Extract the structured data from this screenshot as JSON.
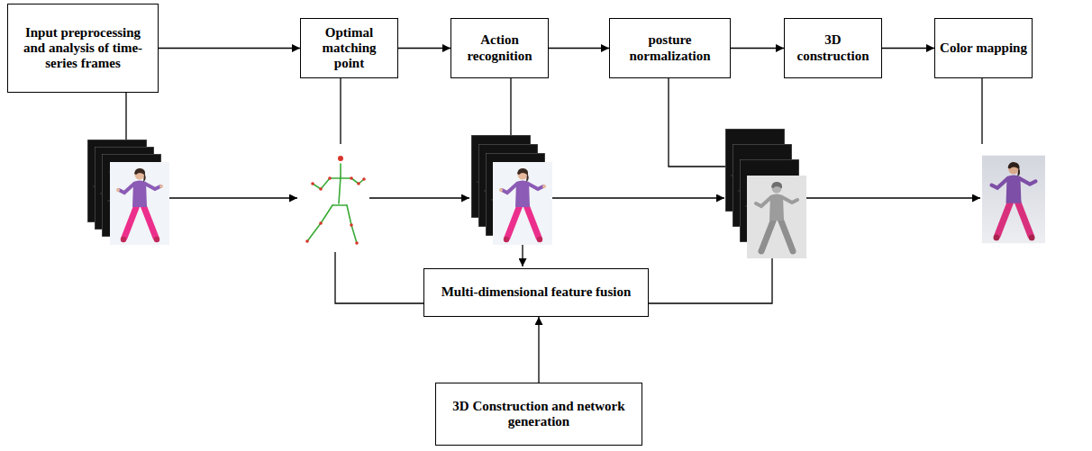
{
  "diagram": {
    "nodes": [
      {
        "text": [
          "Input preprocessing and analysis of time-series frames"
        ]
      },
      {
        "text": [
          "Optimal matching point"
        ]
      },
      {
        "text": [
          "Action recognition"
        ]
      },
      {
        "text": [
          "posture normalization"
        ]
      },
      {
        "text": [
          "3D construction"
        ]
      },
      {
        "text": [
          "Color mapping"
        ]
      },
      {
        "text": [
          "Multi-dimensional feature fusion"
        ]
      },
      {
        "text": [
          "3D Construction and network generation"
        ]
      }
    ],
    "edges": [
      {
        "from": 0,
        "to": 1,
        "arrow": "to"
      },
      {
        "from": 1,
        "to": 2,
        "arrow": "to"
      },
      {
        "from": 2,
        "to": 3,
        "arrow": "to"
      },
      {
        "from": 3,
        "to": 4,
        "arrow": "to"
      },
      {
        "from": 4,
        "to": 5,
        "arrow": "to"
      },
      {
        "from": 7,
        "to": 6,
        "arrow": "to"
      }
    ]
  }
}
